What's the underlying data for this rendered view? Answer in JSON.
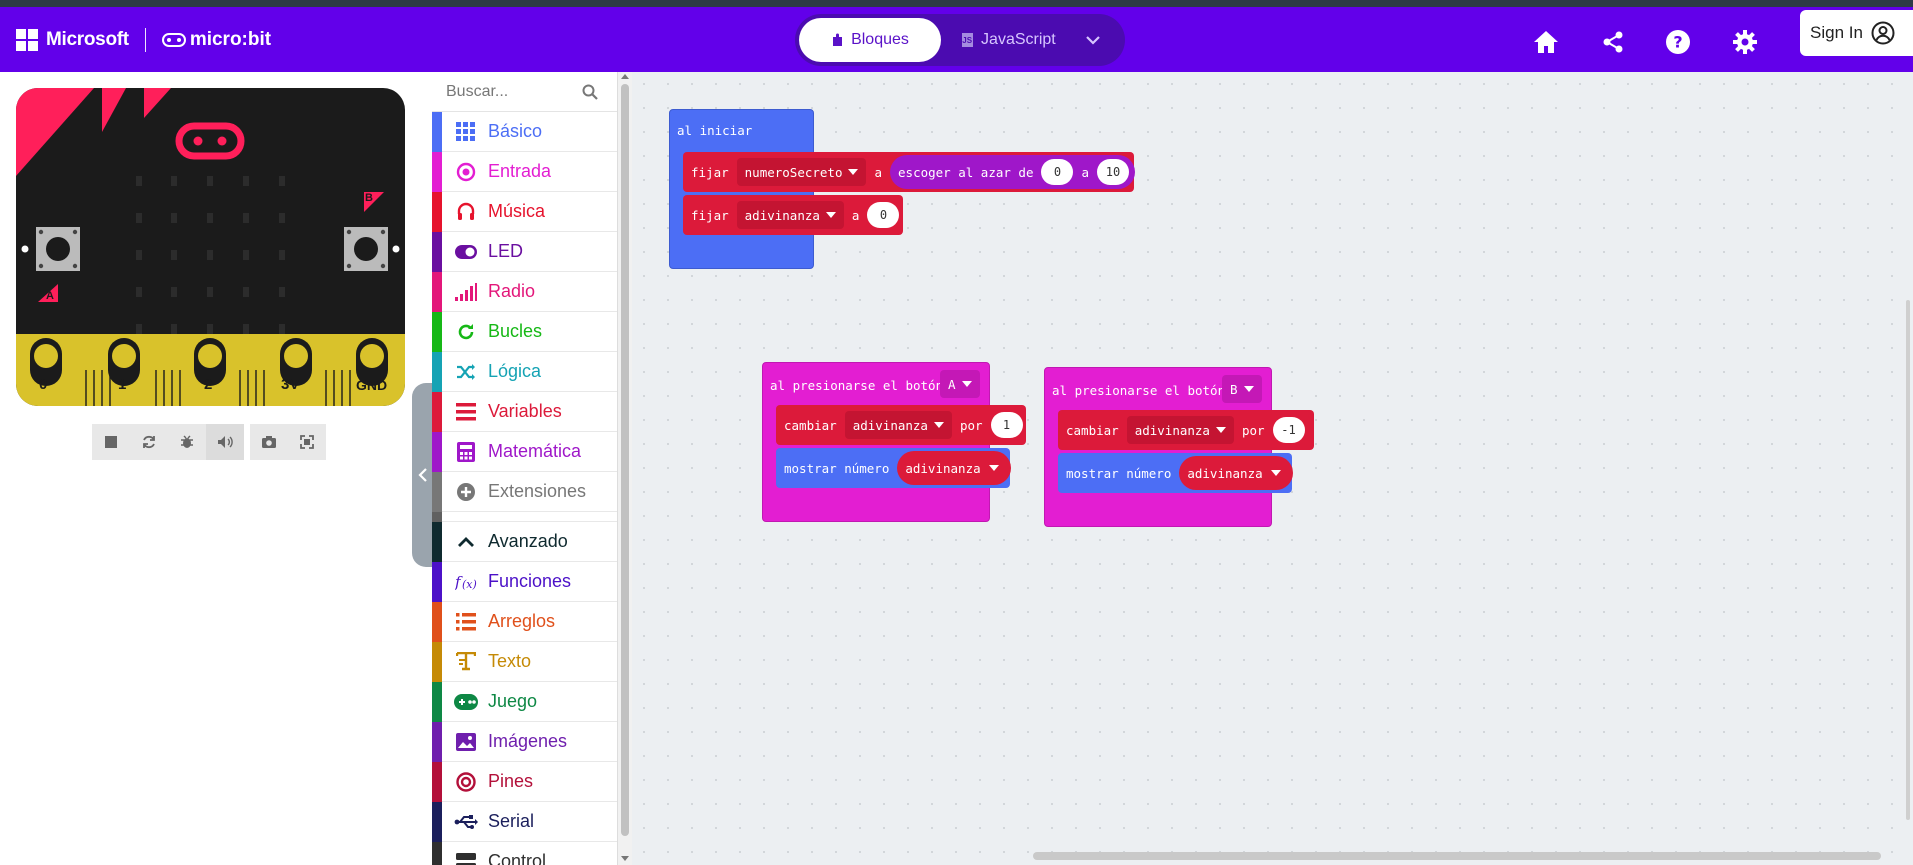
{
  "header": {
    "brand": "Microsoft",
    "product": "micro:bit",
    "modes": {
      "blocks": "Bloques",
      "javascript": "JavaScript"
    },
    "sign_in": "Sign In",
    "colors": {
      "bar": "#6200ea",
      "pill": "#4b0bb0"
    }
  },
  "simulator": {
    "button_a": "A",
    "button_b": "B",
    "pins": [
      "0",
      "1",
      "2",
      "3V",
      "GND"
    ]
  },
  "toolbox": {
    "search_placeholder": "Buscar...",
    "categories": [
      {
        "label": "Básico",
        "color": "#4c6ef5",
        "icon": "grid-icon"
      },
      {
        "label": "Entrada",
        "color": "#e31ed2",
        "icon": "target-icon"
      },
      {
        "label": "Música",
        "color": "#e6132d",
        "icon": "headphones-icon"
      },
      {
        "label": "LED",
        "color": "#6a0fa0",
        "icon": "toggle-icon"
      },
      {
        "label": "Radio",
        "color": "#e3177a",
        "icon": "signal-icon"
      },
      {
        "label": "Bucles",
        "color": "#16b816",
        "icon": "loop-icon"
      },
      {
        "label": "Lógica",
        "color": "#15a3b4",
        "icon": "shuffle-icon"
      },
      {
        "label": "Variables",
        "color": "#dc1a3a",
        "icon": "list-icon"
      },
      {
        "label": "Matemática",
        "color": "#9f17c9",
        "icon": "calculator-icon"
      },
      {
        "label": "Extensiones",
        "color": "#777777",
        "icon": "plus-circle-icon"
      },
      {
        "label": "Avanzado",
        "color": "#0f2a2f",
        "icon": "chevron-up-icon"
      },
      {
        "label": "Funciones",
        "color": "#4c11c8",
        "icon": "function-icon"
      },
      {
        "label": "Arreglos",
        "color": "#e0501b",
        "icon": "array-icon"
      },
      {
        "label": "Texto",
        "color": "#c58a06",
        "icon": "text-icon"
      },
      {
        "label": "Juego",
        "color": "#0e8845",
        "icon": "gamepad-icon"
      },
      {
        "label": "Imágenes",
        "color": "#6f1fad",
        "icon": "image-icon"
      },
      {
        "label": "Pines",
        "color": "#b3103a",
        "icon": "pin-icon"
      },
      {
        "label": "Serial",
        "color": "#1b1f5c",
        "icon": "usb-icon"
      },
      {
        "label": "Control",
        "color": "#2f2f2f",
        "icon": "control-icon"
      }
    ]
  },
  "blocks": {
    "on_start": {
      "hat": "al iniciar",
      "set1": {
        "kw": "fijar",
        "var": "numeroSecreto",
        "to": "a",
        "fn": "escoger al azar de",
        "from": "0",
        "and": "a",
        "max": "10"
      },
      "set2": {
        "kw": "fijar",
        "var": "adivinanza",
        "to": "a",
        "value": "0"
      }
    },
    "on_button_a": {
      "hat": "al presionarse el botón",
      "button": "A",
      "change": {
        "kw": "cambiar",
        "var": "adivinanza",
        "by": "por",
        "value": "1"
      },
      "show": {
        "kw": "mostrar número",
        "var": "adivinanza"
      }
    },
    "on_button_b": {
      "hat": "al presionarse el botón",
      "button": "B",
      "change": {
        "kw": "cambiar",
        "var": "adivinanza",
        "by": "por",
        "value": "-1"
      },
      "show": {
        "kw": "mostrar número",
        "var": "adivinanza"
      }
    },
    "colors": {
      "basic": "#4c6ef5",
      "input": "#e31ed2",
      "variables": "#dc1a3a",
      "math": "#9f17c9"
    }
  }
}
